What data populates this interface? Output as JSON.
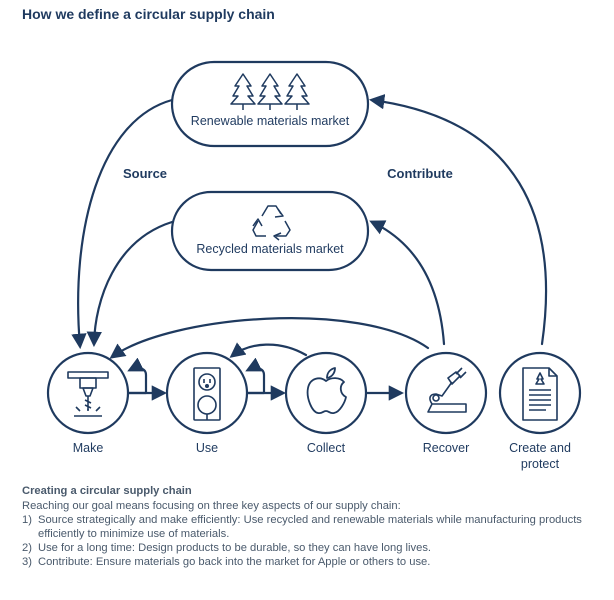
{
  "title": "How we define a circular supply chain",
  "labels": {
    "source": "Source",
    "contribute": "Contribute",
    "renewable": "Renewable materials market",
    "recycled": "Recycled materials market"
  },
  "stages": [
    {
      "key": "make",
      "label": "Make"
    },
    {
      "key": "use",
      "label": "Use"
    },
    {
      "key": "collect",
      "label": "Collect"
    },
    {
      "key": "recover",
      "label": "Recover"
    },
    {
      "key": "create",
      "label_line1": "Create and",
      "label_line2": "protect"
    }
  ],
  "description": {
    "heading": "Creating a circular supply chain",
    "intro": "Reaching our goal means focusing on three key aspects of our supply chain:",
    "items": [
      {
        "num": "1)",
        "text": "Source strategically and make efficiently: Use recycled and renewable materials while manufacturing products efficiently to minimize use of materials."
      },
      {
        "num": "2)",
        "text": "Use for a long time: Design products to be durable, so they can have long lives."
      },
      {
        "num": "3)",
        "text": "Contribute: Ensure materials go back into the market for Apple or others to use."
      }
    ]
  },
  "colors": {
    "primary": "#1f3a5f",
    "text": "#4a5a6c",
    "background": "#ffffff"
  }
}
